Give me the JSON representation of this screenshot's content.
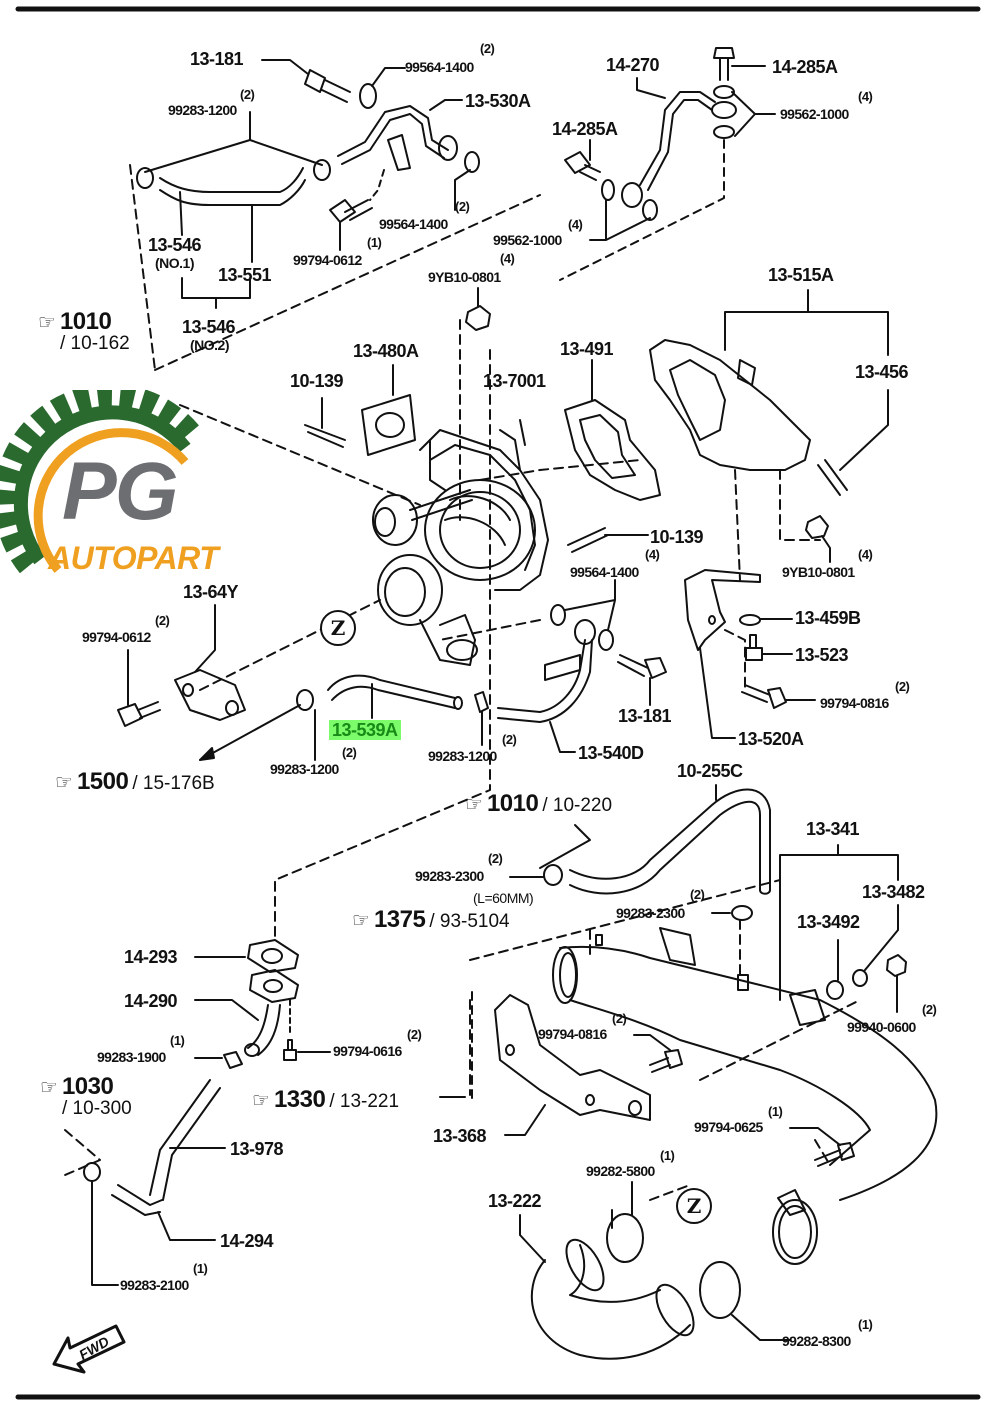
{
  "diagram": {
    "type": "exploded parts diagram",
    "subject": "turbocharger assembly and intake/oil/coolant lines",
    "highlight_color": "#7CFC6A",
    "highlighted_part": "13-539A"
  },
  "logo": {
    "primary": "PG",
    "secondary": "AUTOPART",
    "colors": {
      "gear": "#2a6a2e",
      "arc": "#f0a020",
      "pg": "#6d6e71"
    }
  },
  "parts": {
    "p13_181_top": "13-181",
    "p99564_1400_top": "99564-1400",
    "p99564_1400_top_qty": "(2)",
    "p99283_1200_top": "99283-1200",
    "p99283_1200_top_qty": "(2)",
    "p13_530A": "13-530A",
    "p14_270": "14-270",
    "p14_285A_top": "14-285A",
    "p99562_1000_right": "99562-1000",
    "p99562_1000_right_qty": "(4)",
    "p14_285A_mid": "14-285A",
    "p99564_1400_mid": "99564-1400",
    "p99564_1400_mid_qty": "(2)",
    "p99562_1000_left": "99562-1000",
    "p99562_1000_left_qty": "(4)",
    "p13_546_no1": "13-546",
    "p13_546_no1_sub": "(NO.1)",
    "p13_551": "13-551",
    "p99794_0612_top": "99794-0612",
    "p99794_0612_top_qty": "(1)",
    "p9YB10_0801_top": "9YB10-0801",
    "p9YB10_0801_top_qty": "(4)",
    "p13_546_no2": "13-546",
    "p13_546_no2_sub": "(NO.2)",
    "p13_515A": "13-515A",
    "p13_456": "13-456",
    "p13_480A": "13-480A",
    "p13_491": "13-491",
    "p10_139_left": "10-139",
    "p13_7001": "13-7001",
    "p10_139_right": "10-139",
    "p99564_1400_low": "99564-1400",
    "p99564_1400_low_qty": "(4)",
    "p9YB10_0801_right": "9YB10-0801",
    "p9YB10_0801_right_qty": "(4)",
    "p13_64Y": "13-64Y",
    "p99794_0612_left": "99794-0612",
    "p99794_0612_left_qty": "(2)",
    "p13_459B": "13-459B",
    "p13_523": "13-523",
    "p99794_0816_right": "99794-0816",
    "p99794_0816_right_qty": "(2)",
    "p13_181_low": "13-181",
    "p13_539A": "13-539A",
    "p99283_1200_left": "99283-1200",
    "p99283_1200_left_qty": "(2)",
    "p99283_1200_right": "99283-1200",
    "p99283_1200_right_qty": "(2)",
    "p13_540D": "13-540D",
    "p13_520A": "13-520A",
    "p10_255C": "10-255C",
    "p99283_2300_left": "99283-2300",
    "p99283_2300_left_qty": "(2)",
    "p99283_2300_left_note": "(L=60MM)",
    "p99283_2300_right": "99283-2300",
    "p99283_2300_right_qty": "(2)",
    "p13_341": "13-341",
    "p13_3482": "13-3482",
    "p13_3492": "13-3492",
    "p99940_0600": "99940-0600",
    "p99940_0600_qty": "(2)",
    "p14_293": "14-293",
    "p14_290": "14-290",
    "p99283_1900": "99283-1900",
    "p99283_1900_qty": "(1)",
    "p99794_0616": "99794-0616",
    "p99794_0616_qty": "(2)",
    "p99794_0816_low": "99794-0816",
    "p99794_0816_low_qty": "(2)",
    "p13_978": "13-978",
    "p13_368": "13-368",
    "p99794_0625": "99794-0625",
    "p99794_0625_qty": "(1)",
    "p99282_5800": "99282-5800",
    "p99282_5800_qty": "(1)",
    "p13_222": "13-222",
    "p14_294": "14-294",
    "p99283_2100": "99283-2100",
    "p99283_2100_qty": "(1)",
    "p99282_8300": "99282-8300",
    "p99282_8300_qty": "(1)"
  },
  "references": [
    {
      "group": "1010",
      "page": "/ 10-162"
    },
    {
      "group": "1500",
      "page": "/ 15-176B"
    },
    {
      "group": "1010",
      "page": "/ 10-220"
    },
    {
      "group": "1375",
      "page": "/ 93-5104"
    },
    {
      "group": "1030",
      "page": "/ 10-300"
    },
    {
      "group": "1330",
      "page": "/ 13-221"
    }
  ],
  "icons": {
    "pointing_hand": "☞",
    "zone_marker": "Z",
    "forward_arrow": "FWD"
  }
}
